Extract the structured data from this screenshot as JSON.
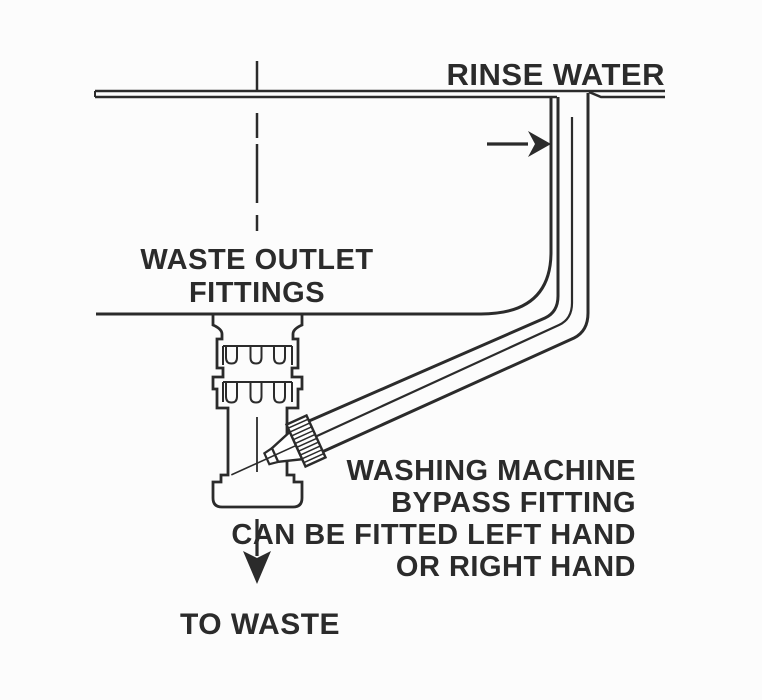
{
  "diagram": {
    "type": "plumbing-installation-diagram",
    "subject": "Sink waste outlet with washing machine bypass fitting",
    "colors": {
      "background": "#fcfcfc",
      "line": "#2b2b2b",
      "text": "#2b2b2b"
    },
    "labels": {
      "rinse_water": "RINSE WATER",
      "waste_outlet": {
        "line1": "WASTE OUTLET",
        "line2": "FITTINGS"
      },
      "bypass": {
        "line1": "WASHING MACHINE",
        "line2": "BYPASS FITTING",
        "line3": "CAN BE FITTED LEFT HAND",
        "line4": "OR RIGHT HAND"
      },
      "to_waste": "TO WASTE"
    },
    "icons": {
      "flow_in": "right-arrow",
      "flow_out": "down-arrow"
    }
  }
}
